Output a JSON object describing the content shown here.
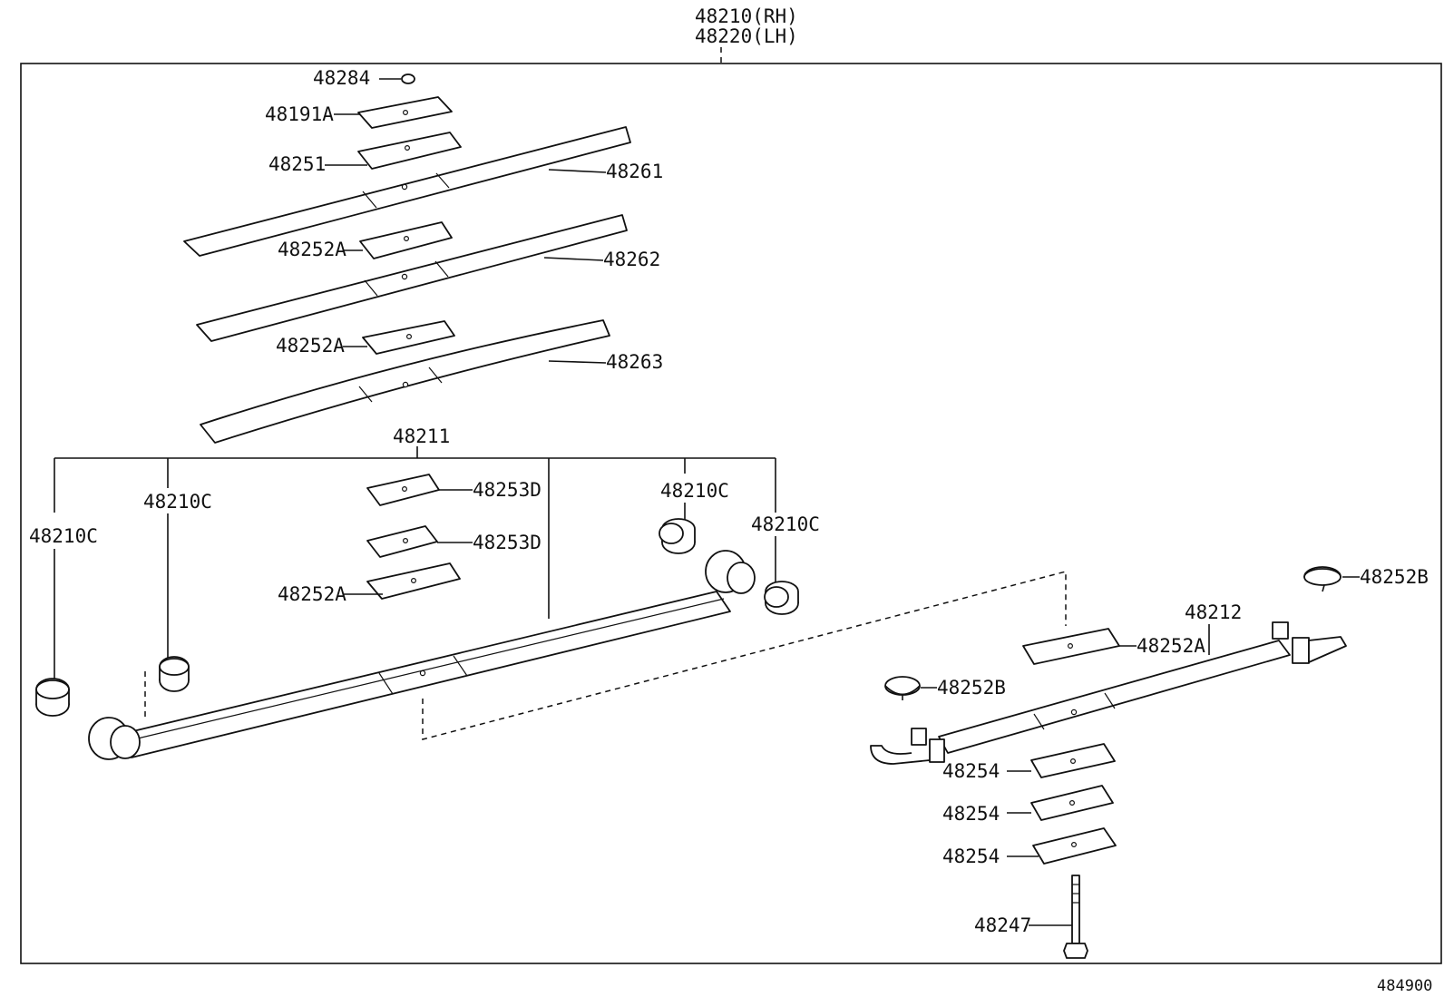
{
  "diagram": {
    "header": {
      "rh": "48210(RH)",
      "lh": "48220(LH)"
    },
    "figure_code": "484900",
    "labels": {
      "p48284": "48284",
      "p48191A": "48191A",
      "p48251": "48251",
      "p48261": "48261",
      "p48252A_1": "48252A",
      "p48262": "48262",
      "p48252A_2": "48252A",
      "p48263": "48263",
      "p48211": "48211",
      "p48210C_1": "48210C",
      "p48210C_2": "48210C",
      "p48210C_3": "48210C",
      "p48210C_4": "48210C",
      "p48253D_1": "48253D",
      "p48253D_2": "48253D",
      "p48252A_3": "48252A",
      "p48252B_1": "48252B",
      "p48212": "48212",
      "p48252A_4": "48252A",
      "p48252B_2": "48252B",
      "p48254_1": "48254",
      "p48254_2": "48254",
      "p48254_3": "48254",
      "p48247": "48247"
    }
  }
}
